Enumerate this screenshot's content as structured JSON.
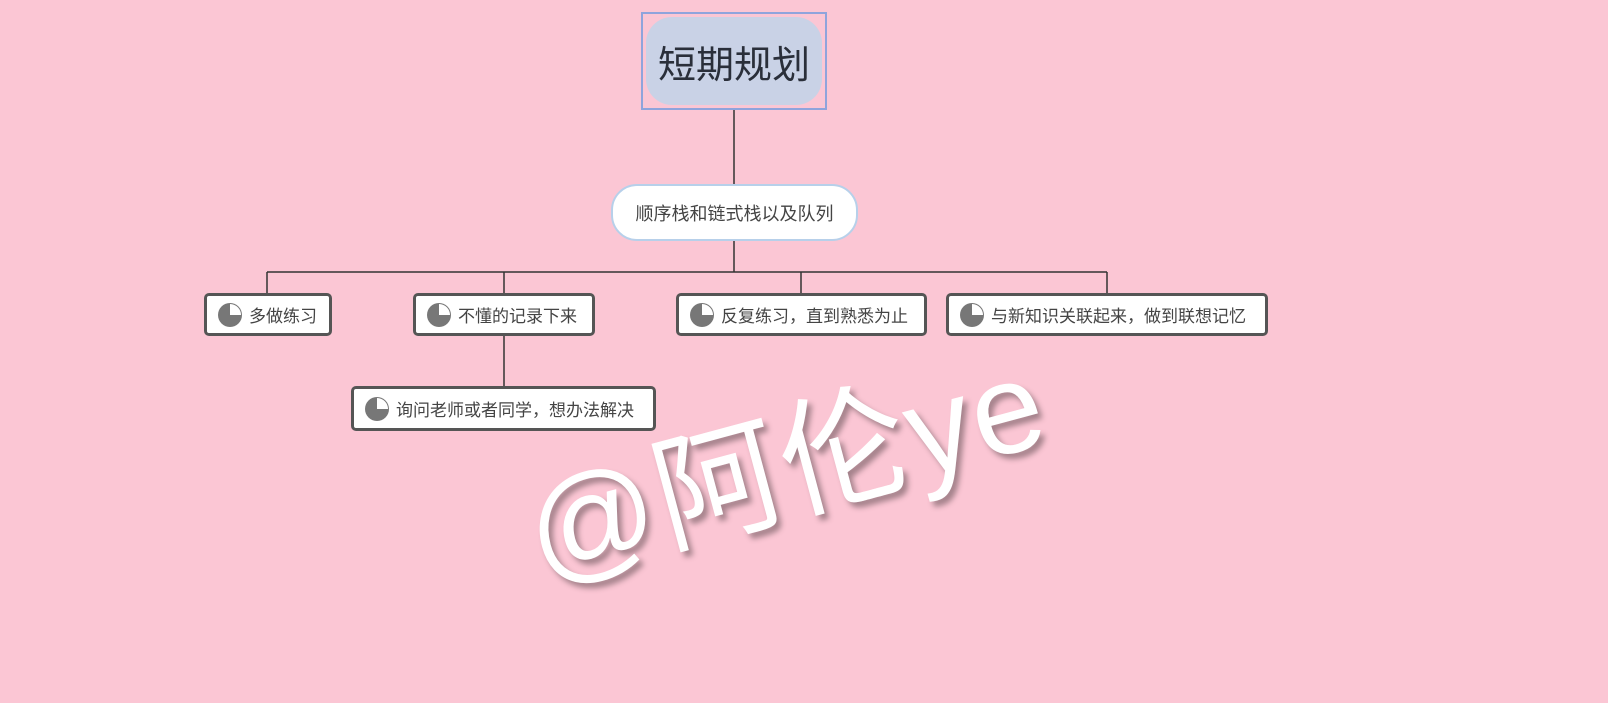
{
  "background_color": "#fbc6d4",
  "root": {
    "label": "短期规划",
    "color": "#c9d2e6",
    "selected": true
  },
  "main_topic": {
    "label": "顺序栈和链式栈以及队列"
  },
  "tasks": [
    {
      "label": "多做练习",
      "icon": "progress-pie-icon",
      "progress": 0.25
    },
    {
      "label": "不懂的记录下来",
      "icon": "progress-pie-icon",
      "progress": 0.25
    },
    {
      "label": "反复练习，直到熟悉为止",
      "icon": "progress-pie-icon",
      "progress": 0.25
    },
    {
      "label": "与新知识关联起来，做到联想记忆",
      "icon": "progress-pie-icon",
      "progress": 0.25
    }
  ],
  "subtasks": [
    {
      "parent": "不懂的记录下来",
      "label": "询问老师或者同学，想办法解决",
      "icon": "progress-pie-icon",
      "progress": 0.25
    }
  ],
  "watermark": {
    "text": "@阿伦ye"
  }
}
